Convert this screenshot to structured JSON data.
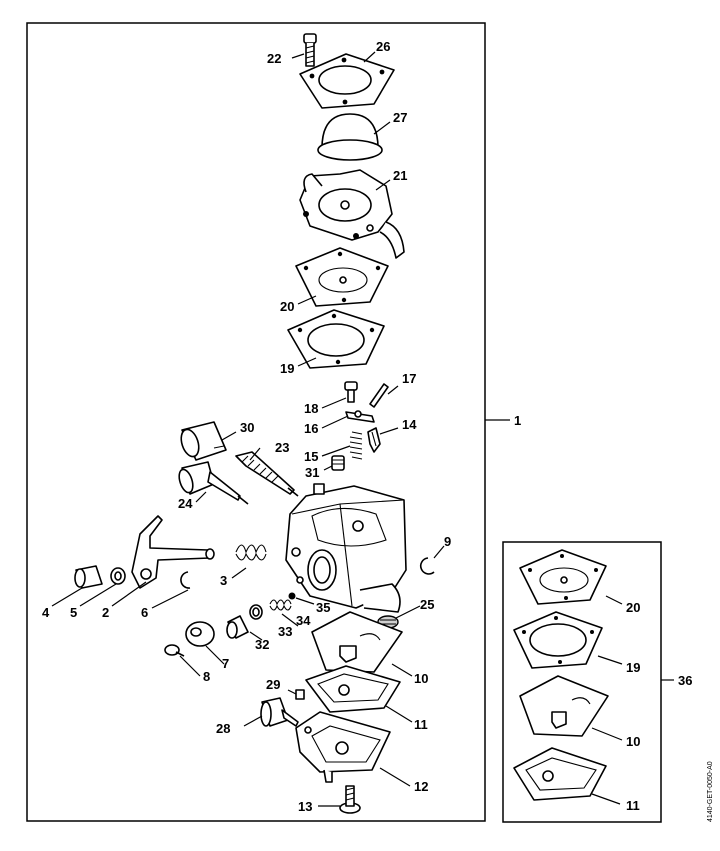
{
  "drawing_ref": "4140-GET-0050-A0",
  "main_assembly": {
    "callouts": {
      "n1": "1",
      "n2": "2",
      "n3": "3",
      "n4": "4",
      "n5": "5",
      "n6": "6",
      "n7": "7",
      "n8": "8",
      "n9": "9",
      "n10": "10",
      "n11": "11",
      "n12": "12",
      "n13": "13",
      "n14": "14",
      "n15": "15",
      "n16": "16",
      "n17": "17",
      "n18": "18",
      "n19": "19",
      "n20": "20",
      "n21": "21",
      "n22": "22",
      "n23": "23",
      "n24": "24",
      "n25": "25",
      "n26": "26",
      "n27": "27",
      "n28": "28",
      "n29": "29",
      "n30": "30",
      "n31": "31",
      "n32": "32",
      "n33": "33",
      "n34": "34",
      "n35": "35"
    }
  },
  "kit": {
    "label": "36",
    "callouts": {
      "n20": "20",
      "n19": "19",
      "n10": "10",
      "n11": "11"
    }
  }
}
